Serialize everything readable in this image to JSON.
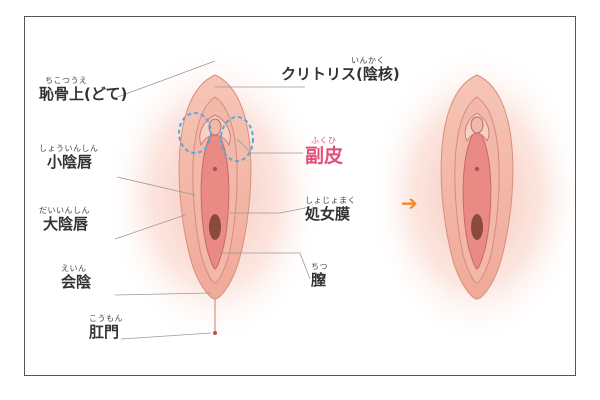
{
  "labels": {
    "clitoris": {
      "ruby": "いんかく",
      "text": "クリトリス(陰核)"
    },
    "clitoral_hood": {
      "ruby": "ふくひ",
      "text": "副皮"
    },
    "hymen": {
      "ruby": "しょじょまく",
      "text": "処女膜"
    },
    "vagina": {
      "ruby": "ちつ",
      "text": "膣"
    },
    "mons_pubis": {
      "ruby": "ちこつうえ",
      "text": "恥骨上(どて)"
    },
    "labia_minora": {
      "ruby": "しょういんしん",
      "text": "小陰唇"
    },
    "labia_majora": {
      "ruby": "だいいんしん",
      "text": "大陰唇"
    },
    "perineum": {
      "ruby": "えいん",
      "text": "会陰"
    },
    "anus": {
      "ruby": "こうもん",
      "text": "肛門"
    }
  },
  "colors": {
    "accent_pink": "#e0507a",
    "arrow_orange": "#f08a24",
    "highlight_circle": "#5aa9d8",
    "leader_line": "#999999"
  },
  "arrow": {
    "icon": "arrow-right-icon",
    "glyph": "➔"
  }
}
